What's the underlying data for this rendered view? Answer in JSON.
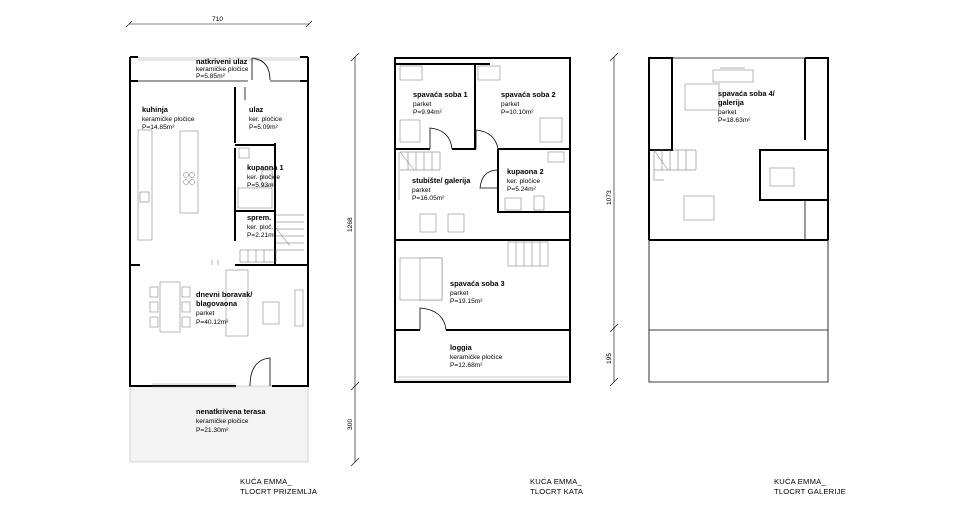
{
  "plans": [
    {
      "caption_line1": "KUĆA EMMA_",
      "caption_line2": "TLOCRT PRIZEMLJA",
      "dim_width": "710",
      "dim_height_main": "1268",
      "dim_height_terrace": "300",
      "rooms": [
        {
          "name": "natkriveni ulaz",
          "info": [
            "keramičke pločice",
            "P=5.85m²"
          ]
        },
        {
          "name": "kuhinja",
          "info": [
            "keramičke pločice",
            "P=14.85m²"
          ]
        },
        {
          "name": "ulaz",
          "info": [
            "ker. pločice",
            "P=5.09m²"
          ]
        },
        {
          "name": "kupaona 1",
          "info": [
            "ker. pločice",
            "P=5.93m²"
          ]
        },
        {
          "name": "sprem.",
          "info": [
            "ker. ploč.",
            "P=2.21m²"
          ]
        },
        {
          "name": "dnevni boravak/",
          "name2": "blagovaona",
          "info": [
            "parket",
            "P=40.12m²"
          ]
        },
        {
          "name": "nenatkrivena terasa",
          "info": [
            "keramičke pločice",
            "P=21.30m²"
          ]
        }
      ]
    },
    {
      "caption_line1": "KUĆA EMMA_",
      "caption_line2": "TLOCRT KATA",
      "rooms": [
        {
          "name": "spavaća soba 1",
          "info": [
            "parket",
            "P=9.94m²"
          ]
        },
        {
          "name": "spavaća soba 2",
          "info": [
            "parket",
            "P=10.10m²"
          ]
        },
        {
          "name": "kupaona 2",
          "info": [
            "ker. pločice",
            "P=5.24m²"
          ]
        },
        {
          "name": "stubište/ galerija",
          "info": [
            "parket",
            "P=16.05m²"
          ]
        },
        {
          "name": "spavaća soba 3",
          "info": [
            "parket",
            "P=19.15m²"
          ]
        },
        {
          "name": "loggia",
          "info": [
            "keramičke pločice",
            "P=12.68m²"
          ]
        }
      ]
    },
    {
      "caption_line1": "KUĆA EMMA_",
      "caption_line2": "TLOCRT GALERIJE",
      "dim_height_main": "1073",
      "dim_height_lower": "195",
      "rooms": [
        {
          "name": "spavaća soba 4/",
          "name2": "galerija",
          "info": [
            "parket",
            "P=18.63m²"
          ]
        }
      ]
    }
  ]
}
